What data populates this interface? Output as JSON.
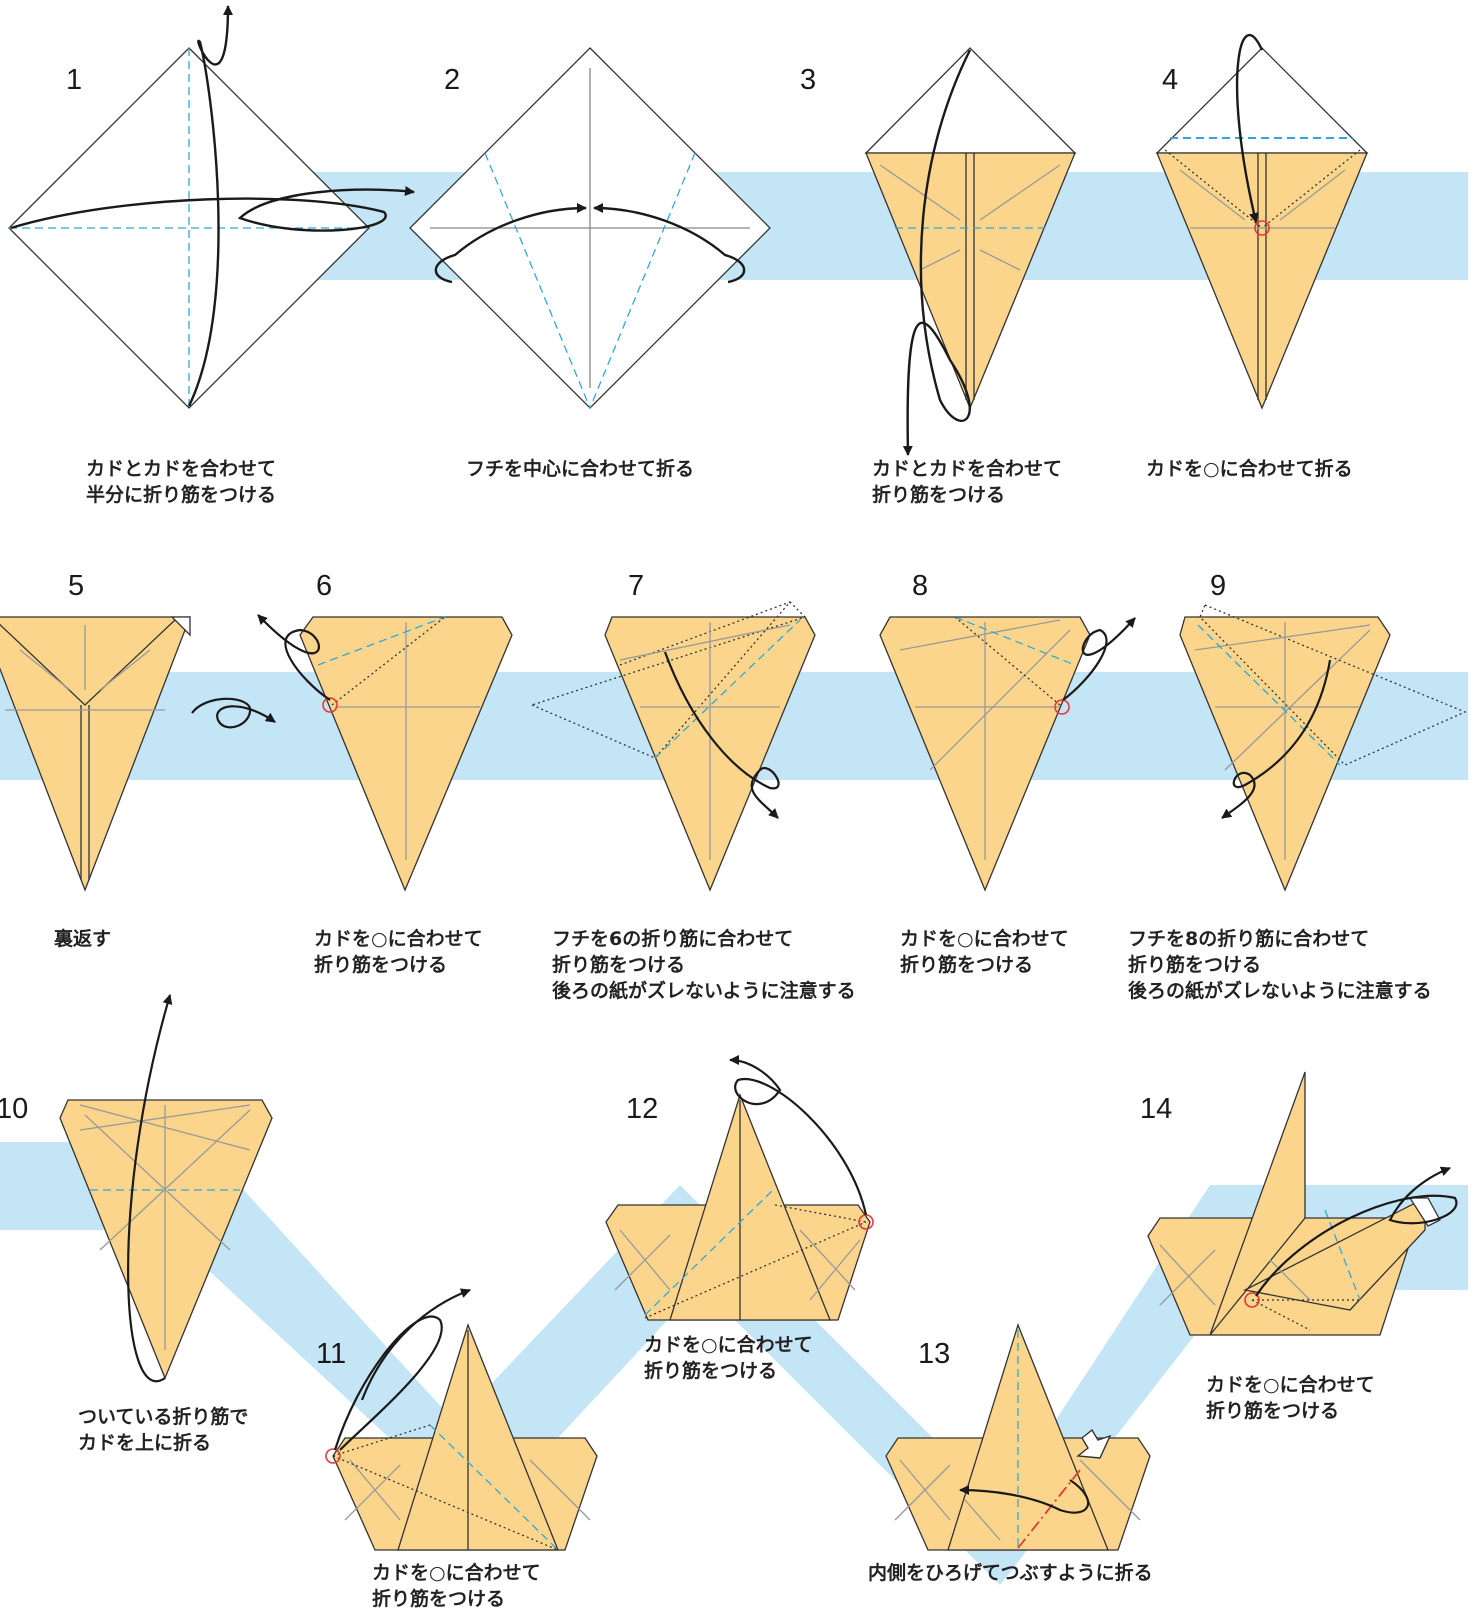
{
  "colors": {
    "paper": "#fcd58c",
    "band": "#c4e5f6",
    "valley_fold": "#2fa8d8",
    "mark_circle": "#e53935",
    "line": "#333333"
  },
  "steps": [
    {
      "number": "1",
      "lines": [
        "カドとカドを合わせて",
        "半分に折り筋をつける"
      ]
    },
    {
      "number": "2",
      "lines": [
        "フチを中心に合わせて折る"
      ]
    },
    {
      "number": "3",
      "lines": [
        "カドとカドを合わせて",
        "折り筋をつける"
      ]
    },
    {
      "number": "4",
      "lines": [
        "カドを○に合わせて折る"
      ]
    },
    {
      "number": "5",
      "lines": [
        "裏返す"
      ]
    },
    {
      "number": "6",
      "lines": [
        "カドを○に合わせて",
        "折り筋をつける"
      ]
    },
    {
      "number": "7",
      "lines": [
        "フチを6の折り筋に合わせて",
        "折り筋をつける",
        "後ろの紙がズレないように注意する"
      ]
    },
    {
      "number": "8",
      "lines": [
        "カドを○に合わせて",
        "折り筋をつける"
      ]
    },
    {
      "number": "9",
      "lines": [
        "フチを8の折り筋に合わせて",
        "折り筋をつける",
        "後ろの紙がズレないように注意する"
      ]
    },
    {
      "number": "10",
      "lines": [
        "ついている折り筋で",
        "カドを上に折る"
      ]
    },
    {
      "number": "11",
      "lines": [
        "カドを○に合わせて",
        "折り筋をつける"
      ]
    },
    {
      "number": "12",
      "lines": [
        "カドを○に合わせて",
        "折り筋をつける"
      ]
    },
    {
      "number": "13",
      "lines": [
        "内側をひろげてつぶすように折る"
      ]
    },
    {
      "number": "14",
      "lines": [
        "カドを○に合わせて",
        "折り筋をつける"
      ]
    }
  ]
}
